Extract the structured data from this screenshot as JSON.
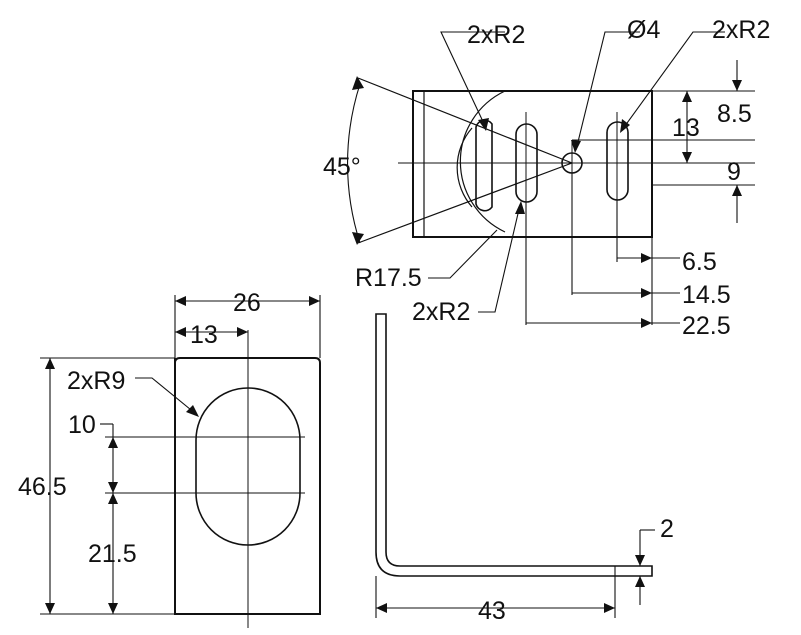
{
  "labels": {
    "top_radius_left": "2xR2",
    "top_hole_dia": "Ø4",
    "top_radius_right": "2xR2",
    "angle": "45°",
    "v_8_5": "8.5",
    "v_13_top": "13",
    "v_9": "9",
    "arc_radius": "R17.5",
    "bottom_radius": "2xR2",
    "h_6_5": "6.5",
    "h_14_5": "14.5",
    "h_22_5": "22.5",
    "width_26": "26",
    "half_13": "13",
    "slot_radius": "2xR9",
    "v_10": "10",
    "height_46_5": "46.5",
    "v_21_5": "21.5",
    "thickness_2": "2",
    "length_43": "43"
  }
}
